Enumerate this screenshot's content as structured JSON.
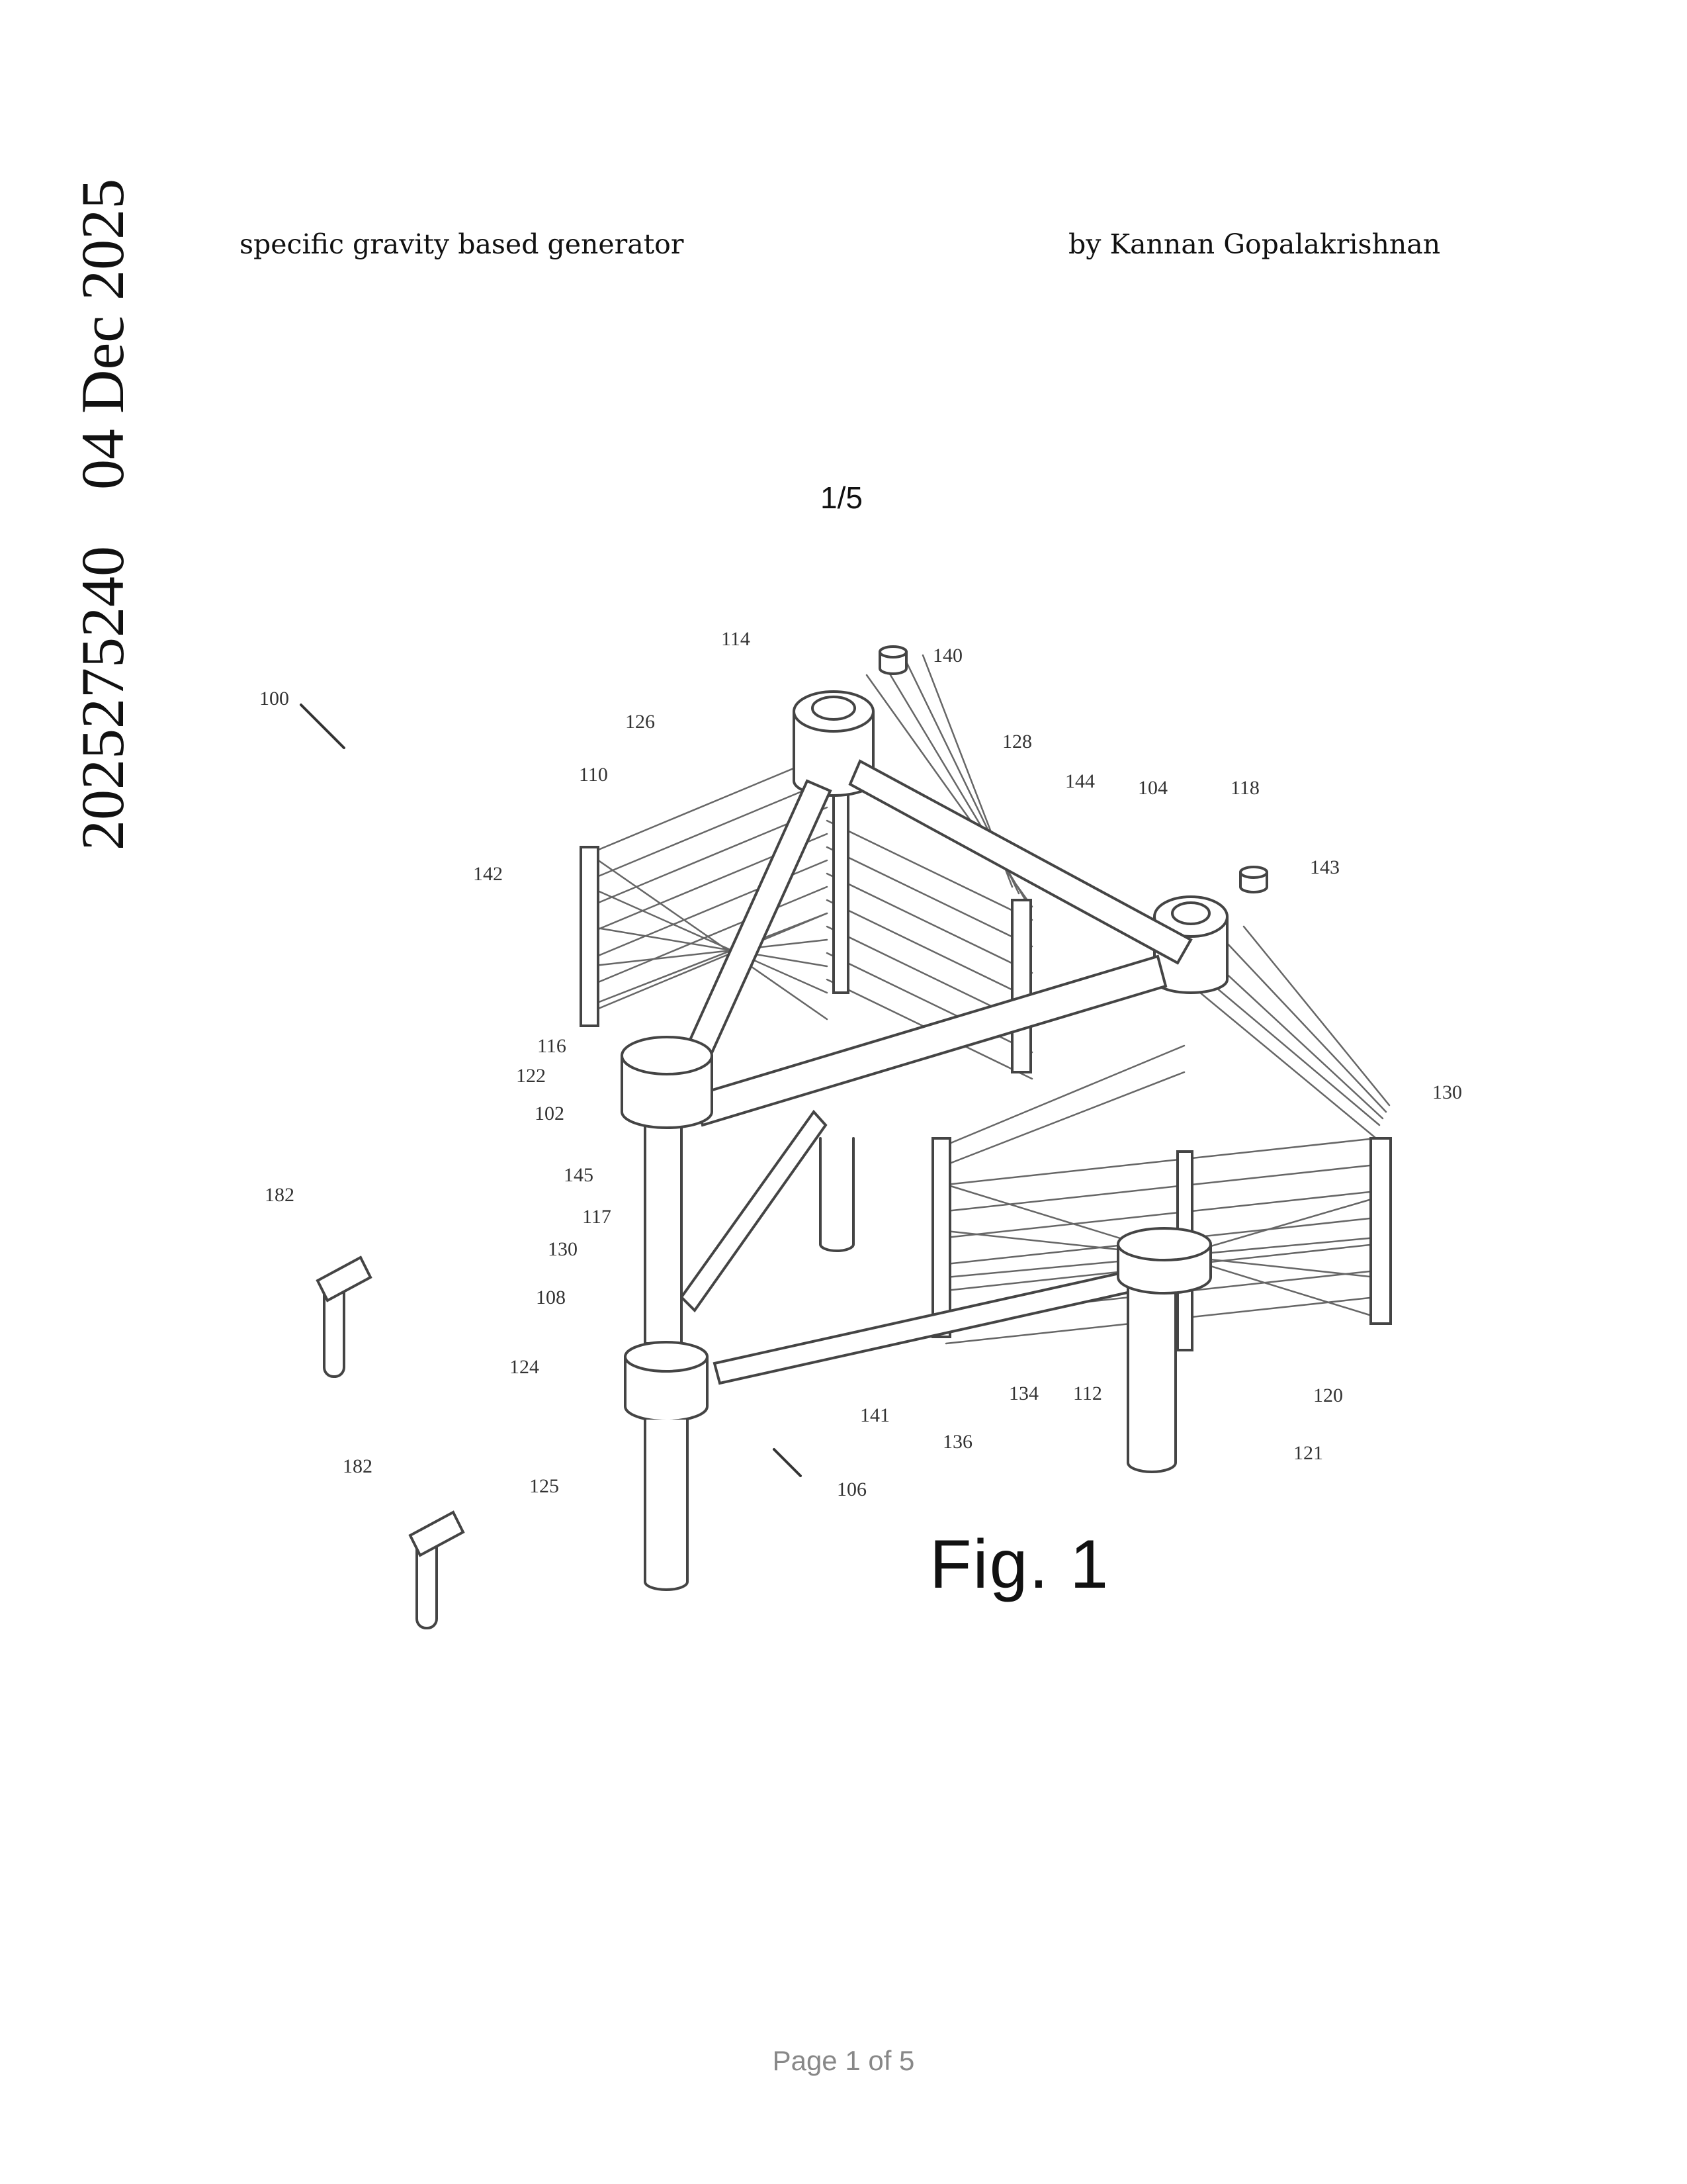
{
  "side_stamp": {
    "date": "04 Dec 2025",
    "number": "2025275240"
  },
  "header": {
    "title": "specific gravity based generator",
    "author": "by Kannan Gopalakrishnan"
  },
  "sheet_number": "1/5",
  "figure": {
    "label": "Fig. 1",
    "reference_numerals": [
      "100",
      "114",
      "140",
      "126",
      "128",
      "110",
      "144",
      "104",
      "118",
      "143",
      "142",
      "116",
      "122",
      "102",
      "130",
      "145",
      "117",
      "130",
      "182",
      "108",
      "124",
      "141",
      "136",
      "134",
      "112",
      "120",
      "121",
      "106",
      "125",
      "182"
    ]
  },
  "footer": {
    "page": "Page 1 of 5"
  }
}
